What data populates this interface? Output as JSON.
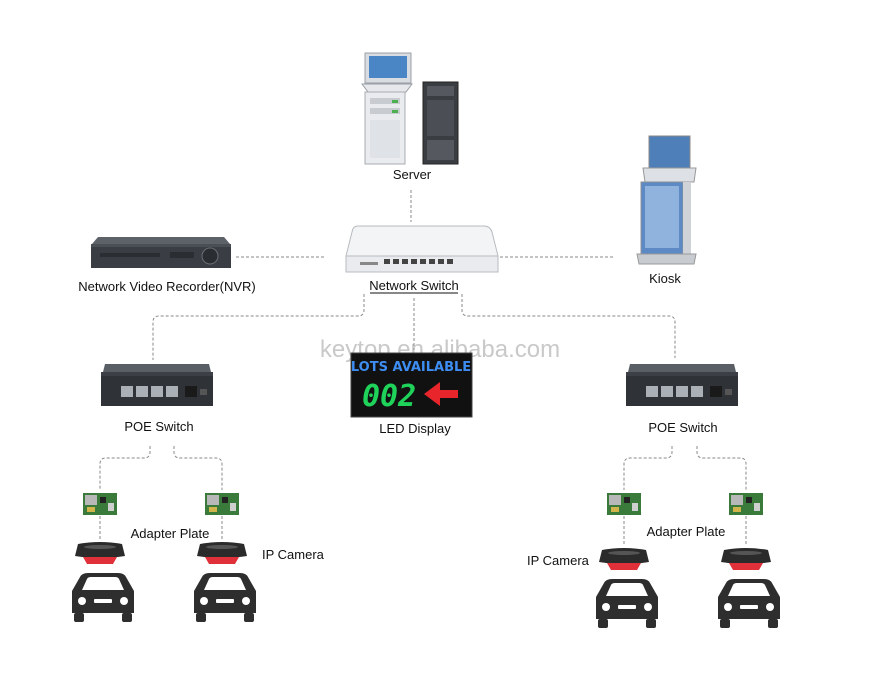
{
  "labels": {
    "server": "Server",
    "network_switch": "Network Switch",
    "nvr": "Network Video Recorder(NVR)",
    "kiosk": "Kiosk",
    "poe_switch_left": "POE Switch",
    "poe_switch_right": "POE Switch",
    "led_display": "LED Display",
    "adapter_plate_left": "Adapter Plate",
    "adapter_plate_right": "Adapter Plate",
    "ip_camera_left": "IP Camera",
    "ip_camera_right": "IP Camera"
  },
  "led": {
    "line1": "LOTS AVAILABLE",
    "count": "002"
  },
  "watermark": "keytop.en.alibaba.com",
  "colors": {
    "connector": "#8a8a8a",
    "led_blue": "#3d8df2",
    "led_green": "#1fd25a",
    "led_arrow": "#e8252b",
    "camera_red": "#e0303a",
    "car_dark": "#2e2e2e"
  },
  "icons": [
    "server-icon",
    "network-switch-icon",
    "nvr-icon",
    "kiosk-icon",
    "poe-switch-icon",
    "led-display-icon",
    "adapter-plate-icon",
    "ip-camera-icon",
    "car-icon"
  ]
}
